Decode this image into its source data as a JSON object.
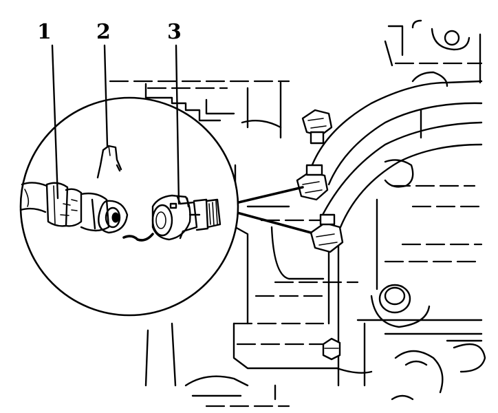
{
  "callouts": [
    {
      "id": "1",
      "label": "1"
    },
    {
      "id": "2",
      "label": "2"
    },
    {
      "id": "3",
      "label": "3"
    }
  ],
  "colors": {
    "background": "#ffffff",
    "ink": "#000000"
  }
}
